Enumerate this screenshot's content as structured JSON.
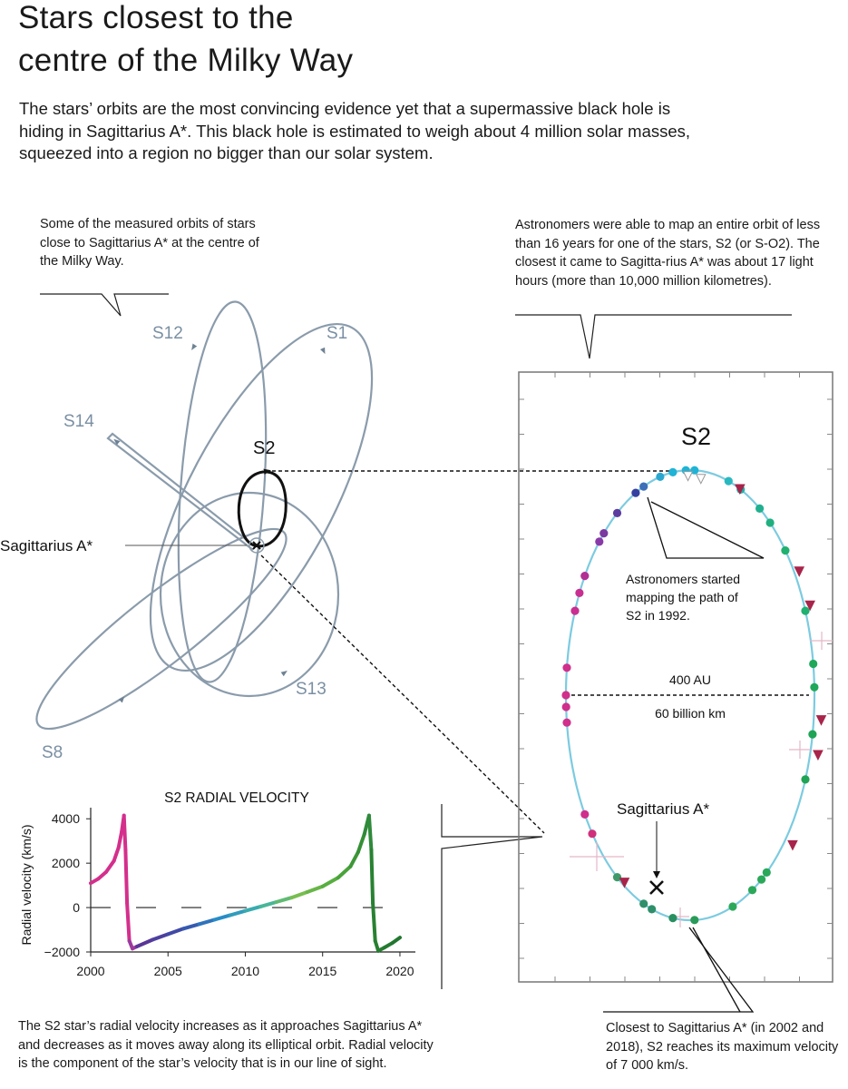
{
  "title_line1": "Stars closest to the",
  "title_line2": "centre of the Milky Way",
  "intro": "The stars’ orbits are the most convincing evidence yet that a supermassive black hole is hiding in Sagittarius A*. This black hole is estimated to weigh about 4 million solar masses, squeezed into a region no bigger than our solar system.",
  "notes": {
    "orbits": "Some of the measured orbits of stars close to Sagittarius A* at the centre of the Milky Way.",
    "s2_orbit": "Astronomers were able to map an entire orbit of less than 16 years for one of the stars, S2 (or S-O2). The closest it came to Sagitta-rius A* was about 17 light hours (more than 10,000 million kilometres).",
    "velocity": "The S2 star’s radial velocity increases as it approaches Sagittarius A* and decreases as it moves away along its elliptical orbit. Radial velocity is the component of the star’s velocity that is in our line of sight.",
    "closest": "Closest to Sagittarius A* (in 2002 and 2018), S2 reaches its maximum velocity of 7 000 km/s."
  },
  "orbit_labels": {
    "s1": "S1",
    "s2": "S2",
    "s8": "S8",
    "s12": "S12",
    "s13": "S13",
    "s14": "S14",
    "sgr_left": "Sagittarius A*"
  },
  "panel": {
    "title": "S2",
    "sgr_label": "Sagittarius A*",
    "started_line1": "Astronomers started",
    "started_line2": "mapping the path of",
    "started_line3": "S2 in 1992.",
    "width_au": "400 AU",
    "width_km": "60 billion km"
  },
  "colors": {
    "orbit_gray": "#8a9bab",
    "label_gray": "#7a8fa3",
    "ellipse": "#7ccbe0",
    "accent_magenta": "#d42f8c",
    "accent_green": "#1f9a4b",
    "marker_red": "#a8244a"
  },
  "chart_data": {
    "type": "line",
    "title": "S2 RADIAL VELOCITY",
    "xlabel": "",
    "ylabel": "Radial velocity (km/s)",
    "xlim": [
      2000,
      2021
    ],
    "ylim": [
      -2000,
      4500
    ],
    "xticks": [
      2000,
      2005,
      2010,
      2015,
      2020
    ],
    "yticks": [
      4000,
      2000,
      0,
      -2000
    ],
    "series": [
      {
        "x": [
          2000.0,
          2000.5,
          2001.0,
          2001.5,
          2001.8,
          2002.0,
          2002.15,
          2002.25,
          2002.35,
          2002.5,
          2002.7,
          2003.0,
          2004.0,
          2005.0,
          2006.0,
          2007.0,
          2008.0,
          2009.0,
          2010.0,
          2011.0,
          2012.0,
          2013.0,
          2014.0,
          2015.0,
          2016.0,
          2016.8,
          2017.3,
          2017.7,
          2018.0,
          2018.15,
          2018.25,
          2018.4,
          2018.6,
          2019.0,
          2019.5,
          2020.0
        ],
        "y": [
          1100,
          1300,
          1600,
          2100,
          2700,
          3400,
          4150,
          2600,
          200,
          -1500,
          -1850,
          -1750,
          -1450,
          -1200,
          -950,
          -750,
          -550,
          -350,
          -150,
          50,
          250,
          450,
          700,
          950,
          1350,
          1850,
          2500,
          3300,
          4150,
          2600,
          200,
          -1500,
          -1950,
          -1800,
          -1600,
          -1350
        ]
      }
    ]
  }
}
